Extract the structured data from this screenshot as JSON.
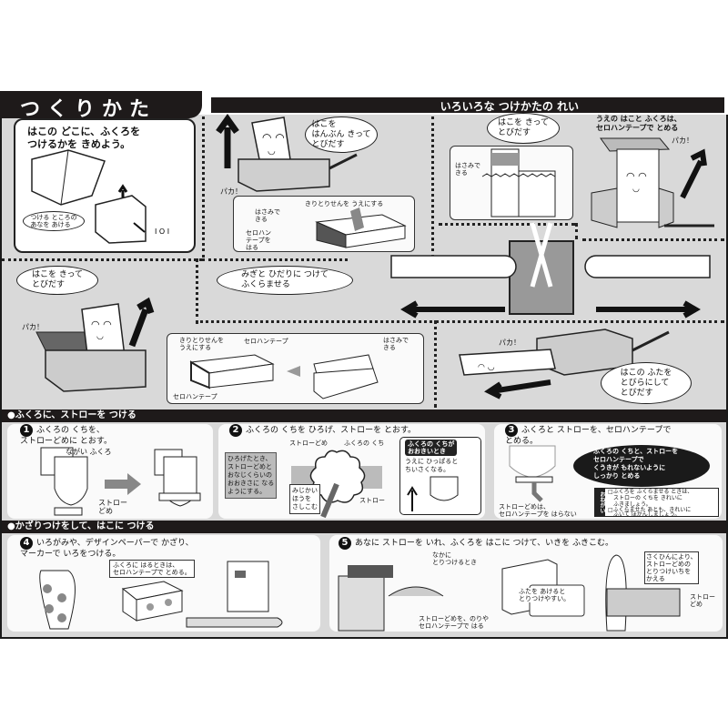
{
  "header": {
    "title": "つくりかた",
    "examples_title": "いろいろな つけかたの れい"
  },
  "intro": {
    "heading": "はこの どこに、ふくろを\nつけるかを きめよう。",
    "bubble": "つける ところの\nあなを あける"
  },
  "example1": {
    "bubble": "はこを\nはんぶん きって\nとびだす",
    "sound": "パカ！",
    "detail_cutline": "きりとりせんを うえにする",
    "detail_scissors": "はさみで\nきる",
    "detail_tape": "セロハン\nテープを\nはる"
  },
  "example2": {
    "bubble": "はこを きって\nとびだす",
    "scissors": "はさみで\nきる",
    "note": "うえの はこと ふくろは、\nセロハンテープで とめる",
    "sound": "パカ！"
  },
  "example3": {
    "bubble": "みぎと ひだりに つけて\nふくらませる"
  },
  "example4": {
    "bubble": "はこを きって\nとびだす",
    "sound": "パカ！",
    "cutline": "きりとりせんを\nうえにする",
    "tape_top": "セロハンテープ",
    "tape_bottom": "セロハンテープ",
    "scissors": "はさみで\nきる"
  },
  "example5": {
    "sound": "パカ！",
    "bubble": "はこの ふたを\nとびらにして\nとびだす"
  },
  "section1": {
    "title": "●ふくろに、ストローを つける",
    "steps": [
      {
        "num": "1",
        "text": "ふくろの くちを、\nストローどめに とおす。",
        "label_bag": "ながい ふくろ",
        "label_stopper": "ストロー\nどめ"
      },
      {
        "num": "2",
        "text": "ふくろの くちを ひろげ、ストローを とおす。",
        "label_stopper": "ストローどめ",
        "label_mouth": "ふくろの くち",
        "note": "ひろげたとき、\nストローどめと\nおなじくらいの\nおおきさに なる\nようにする。",
        "short": "みじかい\nほうを\nさしこむ",
        "straw": "ストロー",
        "box_title": "ふくろの くちが\nおおきいとき",
        "box_text": "うえに ひっぱると\nちいさくなる。"
      },
      {
        "num": "3",
        "text": "ふくろと ストローを、セロハンテープで\nとめる。",
        "dark_bubble": "ふくろの くちと、ストローを\nセロハンテープで\nくうきが もれないように\nしっかり とめる",
        "stopper_note": "ストローどめは、\nセロハンテープを はらない",
        "request_label": "おねがい",
        "request_items": [
          "□ふくろを ふくらませる ときは、\n　ストローの くちを きれいに\n　ふきましょう。",
          "□ふくらませた あとも、きれいに\n　ふいて ほかんしましょう。"
        ]
      }
    ]
  },
  "section2": {
    "title": "●かざりつけをして、はこに つける",
    "steps": [
      {
        "num": "4",
        "text": "いろがみや、デザインペーパーで かざり、\nマーカーで いろをつける。",
        "note": "ふくろに はるときは、\nセロハンテープで とめる。"
      },
      {
        "num": "5",
        "text": "あなに ストローを いれ、ふくろを はこに つけて、いきを ふきこむ。",
        "inside": "なかに\nとりつけるとき",
        "lid": "ふたを あけると\nとりつけやすい。",
        "glue": "ストローどめを、のりや\nセロハンテープで はる",
        "position": "さくひんにより、\nストローどめの\nとりつけいちを\nかえる",
        "stopper": "ストロー\nどめ"
      }
    ]
  }
}
